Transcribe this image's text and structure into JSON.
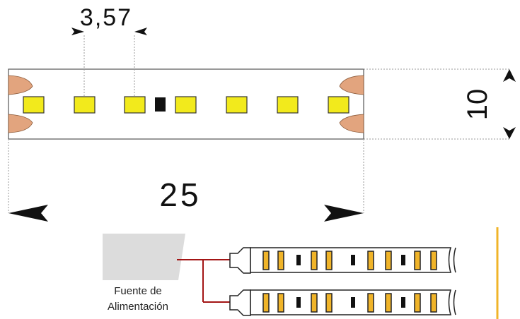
{
  "dimensions": {
    "pitch": "3,57",
    "height": "10",
    "length": "25"
  },
  "power_supply": {
    "label_line1": "Fuente de",
    "label_line2": "Alimentación"
  },
  "colors": {
    "led_yellow": "#f2ea1c",
    "pad_copper": "#e2a47e",
    "wire_red": "#a31515",
    "accent_line": "#f0b429",
    "supply_box": "#dcdcdc"
  }
}
